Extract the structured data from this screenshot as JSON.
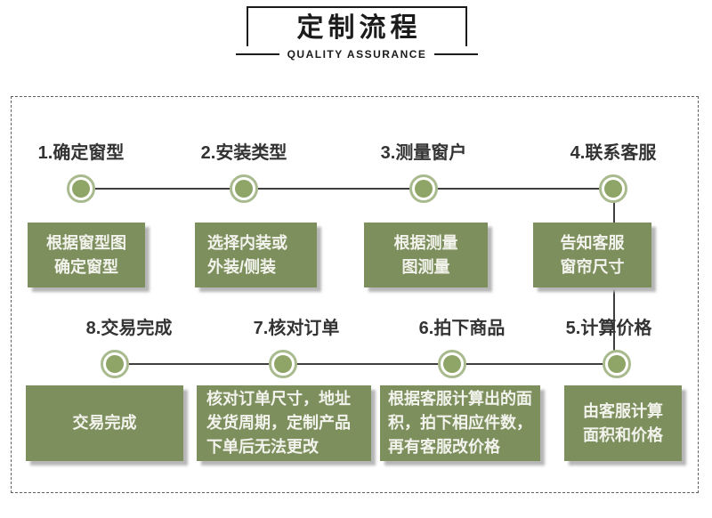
{
  "header": {
    "title": "定制流程",
    "subtitle": "QUALITY ASSURANCE"
  },
  "colors": {
    "box_green": "#7e8f5e",
    "circle_fill_green": "#8fa567",
    "circle_ring_green": "#a9bb8e",
    "connector_line": "#3f3f3f",
    "dashed_border": "#5f5f5f",
    "label_text": "#333333",
    "box_text": "#f2f3ec",
    "header_ink": "#1b1b1b",
    "shadow": "#b6b6b6"
  },
  "steps": [
    {
      "num_label": "1.确定窗型",
      "box_lines": [
        "根据窗型图",
        "确定窗型"
      ]
    },
    {
      "num_label": "2.安装类型",
      "box_lines": [
        "选择内装或",
        "外装/侧装"
      ]
    },
    {
      "num_label": "3.测量窗户",
      "box_lines": [
        "根据测量",
        "图测量"
      ]
    },
    {
      "num_label": "4.联系客服",
      "box_lines": [
        "告知客服",
        "窗帘尺寸"
      ]
    },
    {
      "num_label": "5.计算价格",
      "box_lines": [
        "由客服计算",
        "面积和价格"
      ]
    },
    {
      "num_label": "6.拍下商品",
      "box_lines": [
        "根据客服计算出的面",
        "积，拍下相应件数，",
        "再有客服改价格"
      ]
    },
    {
      "num_label": "7.核对订单",
      "box_lines": [
        "核对订单尺寸，地址",
        "发货周期，定制产品",
        "下单后无法更改"
      ]
    },
    {
      "num_label": "8.交易完成",
      "box_lines": [
        "交易完成"
      ]
    }
  ]
}
